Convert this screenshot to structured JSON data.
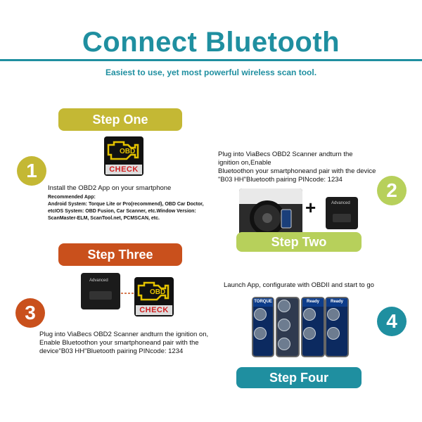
{
  "header": {
    "title": "Connect Bluetooth",
    "subtitle": "Easiest to use, yet most powerful wireless scan tool."
  },
  "steps": {
    "one": {
      "label": "Step One",
      "number": "1",
      "heading": "Install the OBD2 App on your smartphone",
      "lines": [
        "Recommended App:",
        "Android System: Torque Lite or Pro(recommend), OBD Car Doctor,",
        "etcIOS System: OBD Fusion, Car Scanner, etc.Window Version:",
        "ScanMaster-ELM, ScanTool.net, PCMSCAN, etc."
      ]
    },
    "two": {
      "label": "Step Two",
      "number": "2",
      "lines": [
        "Plug into ViaBecs OBD2 Scanner andturn the",
        "ignition on,Enable",
        "Bluetoothon your smartphoneand pair with the device",
        "\"B03 HH\"Bluetooth pairing PINcode: 1234"
      ],
      "plus": "+"
    },
    "three": {
      "label": "Step Three",
      "number": "3",
      "lines": [
        "Plug into ViaBecs OBD2 Scanner andturn the ignition on,",
        "Enable Bluetoothon your smartphoneand pair with the",
        "device\"B03 HH\"Bluetooth pairing PINcode: 1234"
      ]
    },
    "four": {
      "label": "Step Four",
      "number": "4",
      "text": "Launch App, configurate with OBDII and start to go"
    }
  },
  "icons": {
    "obd_text": "OBD",
    "check_text": "CHECK",
    "device_text": "Advanced",
    "phone_headers": [
      "TORQUE",
      "",
      "Ready",
      "Ready"
    ]
  },
  "colors": {
    "teal": "#1f8fa0",
    "olive": "#c4b834",
    "orange": "#c9501c",
    "lime": "#b7d05b",
    "engine_yellow": "#e3c200",
    "check_red": "#d21f1f"
  }
}
